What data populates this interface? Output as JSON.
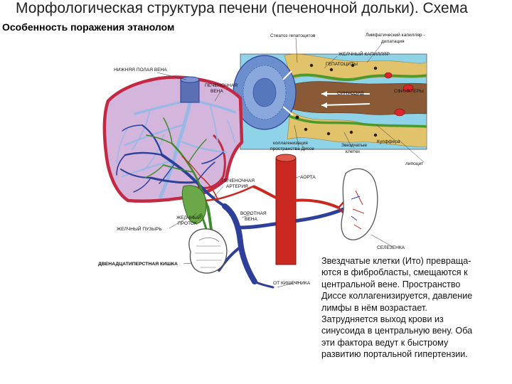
{
  "title": "Морфологическая структура печени (печеночной дольки). Схема",
  "subtitle": "Особенность поражения этанолом",
  "labels": {
    "steatosis": "Стеатоз гепатоцитов",
    "lymph_capillary_1": "Лимфатический капилляр -",
    "lymph_capillary_2": "дилатация",
    "bile_capillary": "ЖЕЛЧНЫЙ КАПИЛЛЯР",
    "hepatocytes": "ГЕПАТОЦИТЫ",
    "sphincters": "СФИНКТЕРЫ",
    "sinusoid": "СИНУСОИД",
    "ivc": "НИЖНЯЯ ПОЛАЯ ВЕНА",
    "hepatic_vein_1": "ПЕЧЕНОЧНАЯ",
    "hepatic_vein_2": "ВЕНА",
    "collagen_1": "коллагенизация",
    "collagen_2": "пространства Диссе",
    "stellate_1": "Звездчатые",
    "stellate_2": "клетки",
    "kupffer": "Купффера",
    "lipocyte": "липоцит",
    "hepatic_artery_1": "ПЕЧЕНОЧНАЯ",
    "hepatic_artery_2": "АРТЕРИЯ",
    "aorta": "АОРТА",
    "bile_duct_1": "ЖЕЛЧНЫЙ",
    "bile_duct_2": "ПРОТОК",
    "portal_vein_1": "ВОРОТНАЯ",
    "portal_vein_2": "ВЕНА",
    "gallbladder": "ЖЕЛЧНЫЙ ПУЗЫРЬ",
    "spleen": "СЕЛЕЗЕНКА",
    "duodenum": "ДВЕНАДЦАТИПЕРСТНАЯ КИШКА",
    "from_intestine": "ОТ КИШЕЧНИКА"
  },
  "description": [
    "Звездчатые клетки (Ито) превраща-",
    "ются в фибробласты, смещаются к",
    "центральной вене. Пространство",
    "Диссе коллагенизируется, давление",
    "лимфы в нём возрастает.",
    "Затрудняется выход крови из",
    "синусоида в центральную вену.  Оба",
    "эти фактора ведут к быстрому",
    "развитию портальной гипертензии."
  ],
  "colors": {
    "liver": "#d4b6dc",
    "liver_edge": "#c22a44",
    "vein": "#2e3f9a",
    "artery": "#c8281f",
    "bile": "#3f8a2a",
    "lobule_bg": "#8fd3e8"
  }
}
